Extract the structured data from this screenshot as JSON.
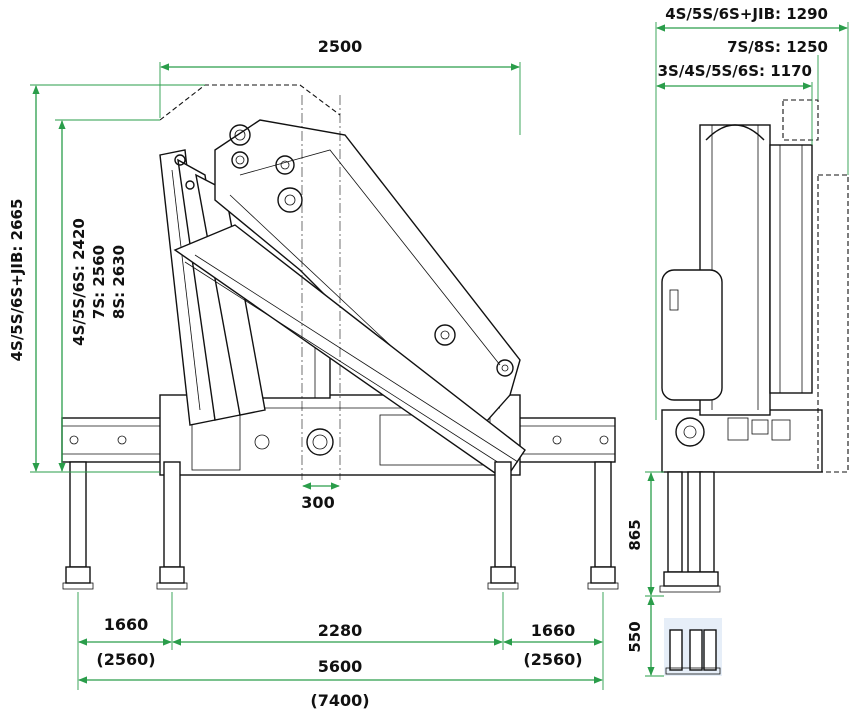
{
  "dimensions": {
    "width_top": "2500",
    "height_jib": "4S/5S/6S+JIB: 2665",
    "height_models_1": "4S/5S/6S: 2420",
    "height_models_2": "7S: 2560",
    "height_models_3": "8S: 2630",
    "offset": "300",
    "outrigger_left": "1660",
    "outrigger_left_ext": "(2560)",
    "base_span": "2280",
    "outrigger_right": "1660",
    "outrigger_right_ext": "(2560)",
    "total_span": "5600",
    "total_span_ext": "(7400)",
    "side_width_jib": "4S/5S/6S+JIB: 1290",
    "side_width_7s8s": "7S/8S: 1250",
    "side_width_base": "3S/4S/5S/6S: 1170",
    "leg_height": "865",
    "foot_height": "550"
  },
  "colors": {
    "dimension_line": "#2a9d4a",
    "drawing_line": "#111111",
    "foot_pad_fill": "#cfe0f2"
  }
}
